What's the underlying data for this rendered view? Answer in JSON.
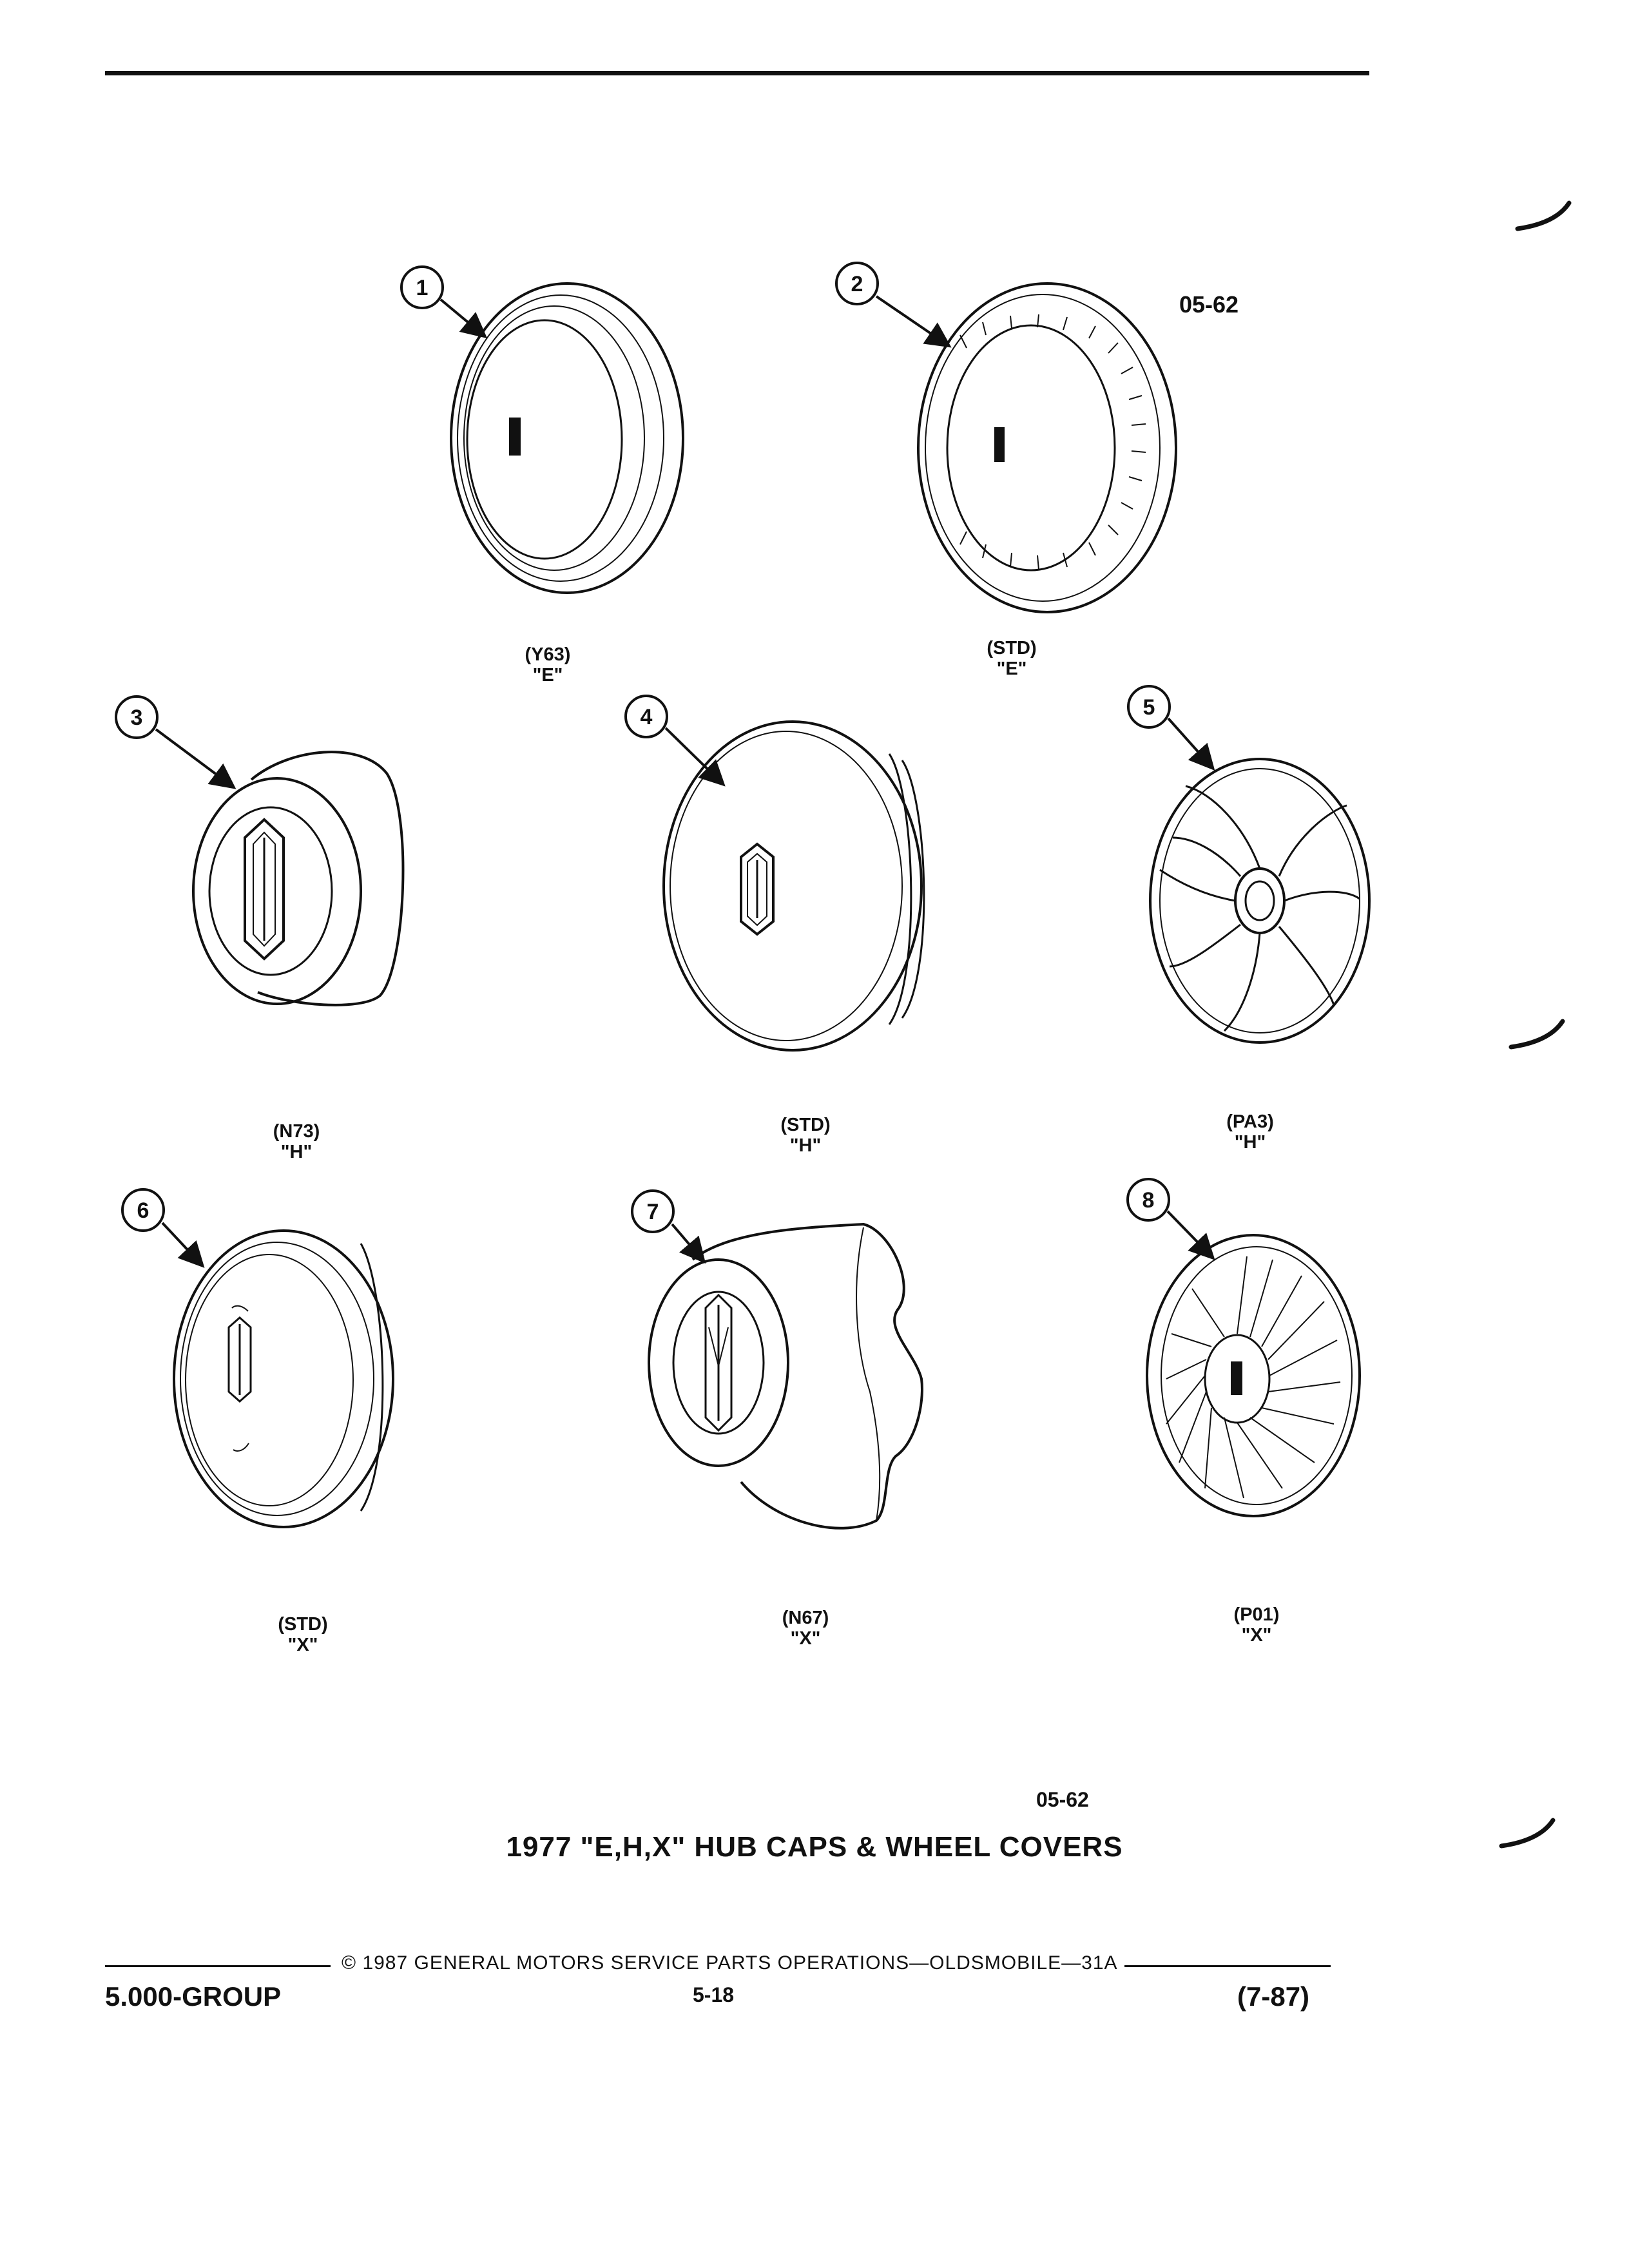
{
  "ref_codes": {
    "top": "05-62",
    "bottom": "05-62"
  },
  "parts": [
    {
      "callout": "1",
      "option": "(Y63)",
      "series": "\"E\""
    },
    {
      "callout": "2",
      "option": "(STD)",
      "series": "\"E\""
    },
    {
      "callout": "3",
      "option": "(N73)",
      "series": "\"H\""
    },
    {
      "callout": "4",
      "option": "(STD)",
      "series": "\"H\""
    },
    {
      "callout": "5",
      "option": "(PA3)",
      "series": "\"H\""
    },
    {
      "callout": "6",
      "option": "(STD)",
      "series": "\"X\""
    },
    {
      "callout": "7",
      "option": "(N67)",
      "series": "\"X\""
    },
    {
      "callout": "8",
      "option": "(P01)",
      "series": "\"X\""
    }
  ],
  "title": "1977 \"E,H,X\" HUB CAPS & WHEEL COVERS",
  "footer": {
    "copyright": "© 1987 GENERAL MOTORS SERVICE PARTS OPERATIONS—OLDSMOBILE—31A",
    "group": "5.000-GROUP",
    "page": "5-18",
    "date": "(7-87)"
  }
}
